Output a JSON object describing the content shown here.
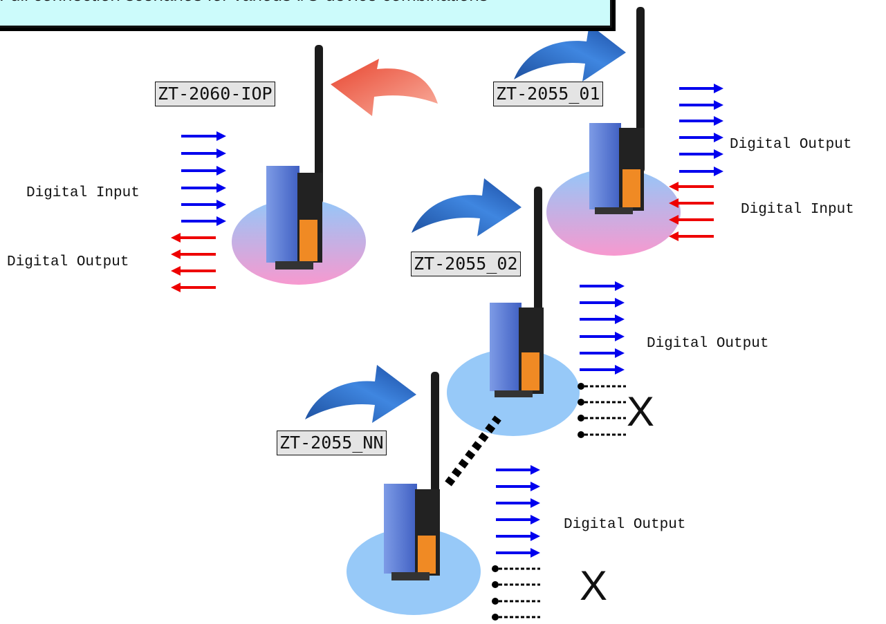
{
  "title": "Full connection scenarios for various I/O device combinations",
  "devices": {
    "iop": {
      "label": "ZT-2060-IOP",
      "input_label": "Digital Input",
      "output_label": "Digital Output"
    },
    "d01": {
      "label": "ZT-2055_01",
      "output_label": "Digital Output",
      "input_label": "Digital Input"
    },
    "d02": {
      "label": "ZT-2055_02",
      "output_label": "Digital Output",
      "unused_mark": "X"
    },
    "dnn": {
      "label": "ZT-2055_NN",
      "output_label": "Digital Output",
      "unused_mark": "X"
    }
  },
  "colors": {
    "output_arrow": "#0000ee",
    "input_arrow": "#ee0000",
    "curved_arrow_blue": "#2f6fc4",
    "curved_arrow_red": "#f05a45",
    "disc_blue": "#97c9f8",
    "disc_pink": "#f79bd0",
    "module_blue": "#5b7fd8",
    "terminal_orange": "#f08a24"
  }
}
